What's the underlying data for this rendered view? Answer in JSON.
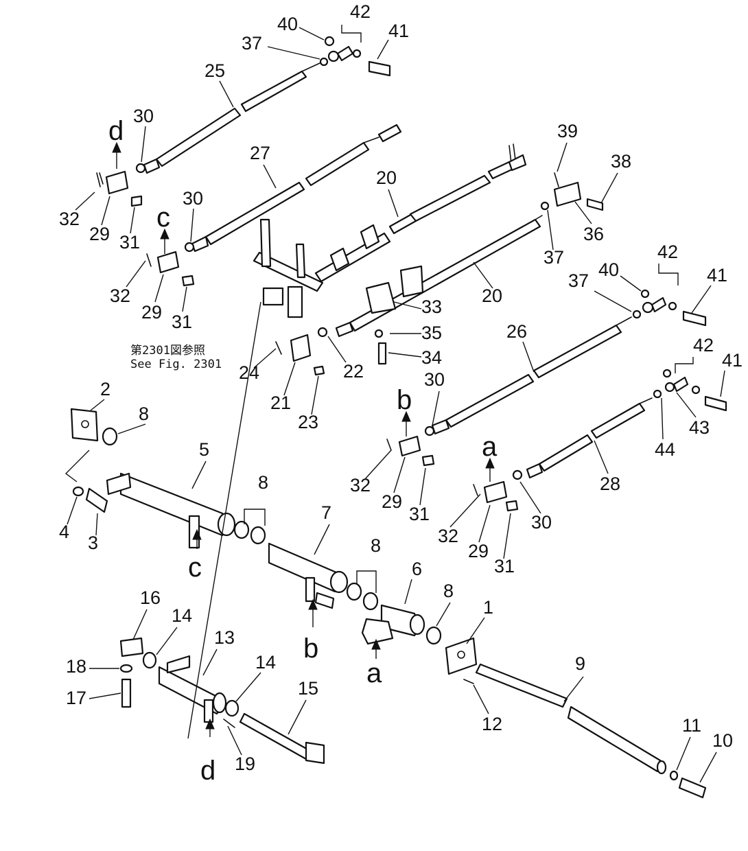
{
  "callouts": {
    "n1": "1",
    "n2": "2",
    "n3": "3",
    "n4": "4",
    "n5": "5",
    "n6": "6",
    "n7": "7",
    "n8a": "8",
    "n8b": "8",
    "n8c": "8",
    "n8d": "8",
    "n9": "9",
    "n10": "10",
    "n11": "11",
    "n12": "12",
    "n13": "13",
    "n14a": "14",
    "n14b": "14",
    "n15": "15",
    "n16": "16",
    "n17": "17",
    "n18": "18",
    "n19": "19",
    "n20a": "20",
    "n20b": "20",
    "n21": "21",
    "n22": "22",
    "n23": "23",
    "n24": "24",
    "n25": "25",
    "n26": "26",
    "n27": "27",
    "n28": "28",
    "n29a": "29",
    "n29b": "29",
    "n29c": "29",
    "n29d": "29",
    "n30a": "30",
    "n30b": "30",
    "n30c": "30",
    "n30d": "30",
    "n31a": "31",
    "n31b": "31",
    "n31c": "31",
    "n31d": "31",
    "n32a": "32",
    "n32b": "32",
    "n32c": "32",
    "n32d": "32",
    "n33": "33",
    "n34": "34",
    "n35": "35",
    "n36": "36",
    "n37a": "37",
    "n37b": "37",
    "n37c": "37",
    "n38": "38",
    "n39": "39",
    "n40a": "40",
    "n40b": "40",
    "n41a": "41",
    "n41b": "41",
    "n41c": "41",
    "n42a": "42",
    "n42b": "42",
    "n42c": "42",
    "n43": "43",
    "n44": "44"
  },
  "refs": {
    "a1": "a",
    "a2": "a",
    "b1": "b",
    "b2": "b",
    "c1": "c",
    "c2": "c",
    "d1": "d",
    "d2": "d"
  },
  "note": {
    "jp": "第2301図参照",
    "en": "See Fig. 2301"
  }
}
